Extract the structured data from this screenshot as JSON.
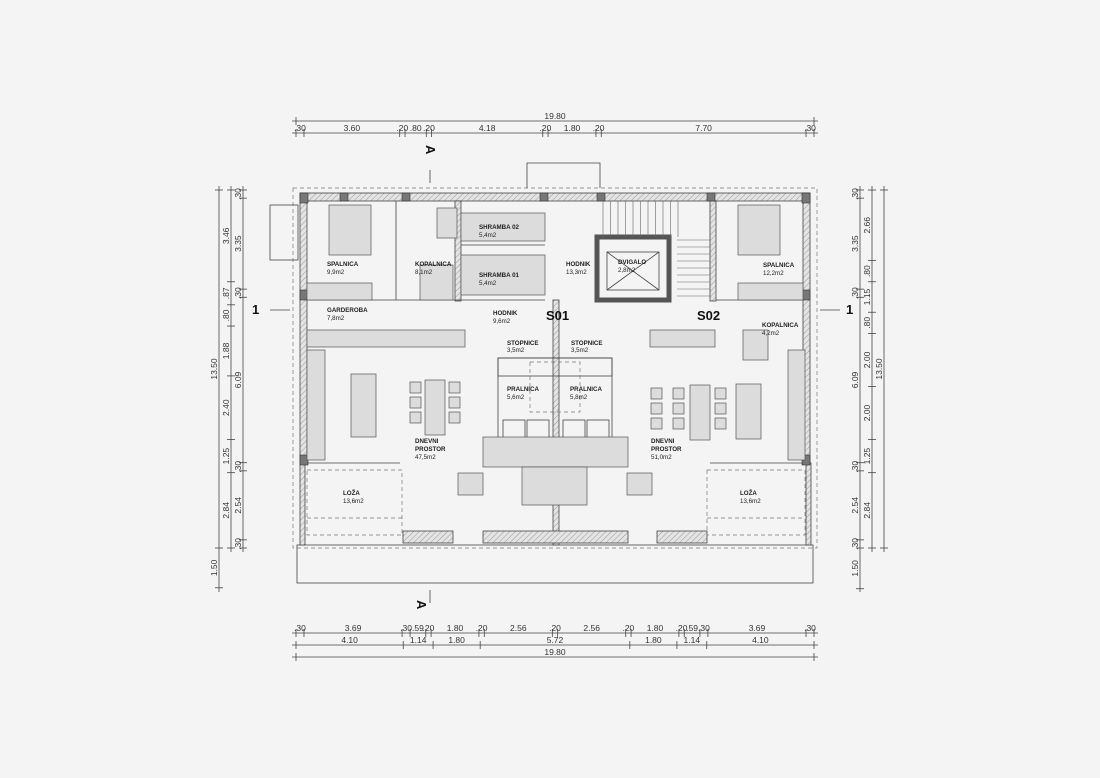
{
  "dimensions": {
    "top_total": "19.80",
    "top_chain": [
      ".30",
      "3.60",
      ".20",
      ".80",
      ".20",
      "4.18",
      ".20",
      "1.80",
      ".20",
      "7.70",
      ".30"
    ],
    "top_values": [
      0.3,
      3.6,
      0.2,
      0.8,
      0.2,
      4.18,
      0.2,
      1.8,
      0.2,
      7.7,
      0.3
    ],
    "bottom_chain1": [
      ".30",
      "3.69",
      ".30",
      ".59",
      ".20",
      "1.80",
      ".20",
      "2.56",
      ".20",
      "2.56",
      ".20",
      "1.80",
      ".20",
      ".59",
      ".30",
      "3.69",
      ".30"
    ],
    "bottom_values1": [
      0.3,
      3.69,
      0.3,
      0.59,
      0.2,
      1.8,
      0.2,
      2.56,
      0.2,
      2.56,
      0.2,
      1.8,
      0.2,
      0.59,
      0.3,
      3.69,
      0.3
    ],
    "bottom_chain2": [
      "4.10",
      "1.14",
      "1.80",
      "5.72",
      "1.80",
      "1.14",
      "4.10"
    ],
    "bottom_values2": [
      4.1,
      1.14,
      1.8,
      5.72,
      1.8,
      1.14,
      4.1
    ],
    "bottom_total": "19.80",
    "left_outer": [
      "13.50",
      "1.50"
    ],
    "left_outer_values": [
      13.5,
      1.5
    ],
    "left_mid": [
      "3.46",
      ".87",
      ".80",
      "1.88",
      "2.40",
      "1.25",
      "2.84"
    ],
    "left_mid_values": [
      3.46,
      0.87,
      0.8,
      1.88,
      2.4,
      1.25,
      2.84
    ],
    "left_inner": [
      ".30",
      "3.35",
      ".30",
      "6.09",
      ".30",
      "2.54",
      ".30"
    ],
    "left_inner_values": [
      0.3,
      3.35,
      0.3,
      6.09,
      0.3,
      2.54,
      0.3
    ],
    "right_inner": [
      ".30",
      "3.35",
      ".30",
      "6.09",
      ".30",
      "2.54",
      ".30",
      "1.50"
    ],
    "right_inner_values": [
      0.3,
      3.35,
      0.3,
      6.09,
      0.3,
      2.54,
      0.3,
      1.5
    ],
    "right_mid": [
      "2.66",
      ".80",
      "1.15",
      ".80",
      "2.00",
      "2.00",
      "1.25",
      "2.84"
    ],
    "right_mid_values": [
      2.66,
      0.8,
      1.15,
      0.8,
      2.0,
      2.0,
      1.25,
      2.84
    ],
    "right_outer": [
      "13.50"
    ],
    "right_outer_values": [
      13.5
    ]
  },
  "section_marks": {
    "a": "A",
    "one": "1"
  },
  "units": {
    "s01": "S01",
    "s02": "S02"
  },
  "rooms": {
    "spalnica_1": {
      "name": "SPALNICA",
      "area": "9,9m2"
    },
    "kopalnica_1": {
      "name": "KOPALNICA",
      "area": "8,1m2"
    },
    "shramba_02": {
      "name": "SHRAMBA 02",
      "area": "5,4m2"
    },
    "shramba_01": {
      "name": "SHRAMBA 01",
      "area": "5,4m2"
    },
    "hodnik_1": {
      "name": "HODNIK",
      "area": "13,3m2"
    },
    "dvigalo": {
      "name": "DVIGALO",
      "area": "2,8m2"
    },
    "spalnica_2": {
      "name": "SPALNICA",
      "area": "12,2m2"
    },
    "garderoba": {
      "name": "GARDEROBA",
      "area": "7,8m2"
    },
    "hodnik_2": {
      "name": "HODNIK",
      "area": "9,6m2"
    },
    "kopalnica_2": {
      "name": "KOPALNICA",
      "area": "4,2m2"
    },
    "stopnice_1": {
      "name": "STOPNICE",
      "area": "3,5m2"
    },
    "stopnice_2": {
      "name": "STOPNICE",
      "area": "3,5m2"
    },
    "pralnica_1": {
      "name": "PRALNICA",
      "area": "5,6m2"
    },
    "pralnica_2": {
      "name": "PRALNICA",
      "area": "5,8m2"
    },
    "dnevni_1": {
      "name1": "DNEVNI",
      "name2": "PROSTOR",
      "area": "47,5m2"
    },
    "dnevni_2": {
      "name1": "DNEVNI",
      "name2": "PROSTOR",
      "area": "51,0m2"
    },
    "loza_1": {
      "name": "LOŽA",
      "area": "13,6m2"
    },
    "loza_2": {
      "name": "LOŽA",
      "area": "13,6m2"
    }
  },
  "colors": {
    "background": "#f3f4f3",
    "line": "#444444",
    "furniture": "#dcdcdc"
  }
}
